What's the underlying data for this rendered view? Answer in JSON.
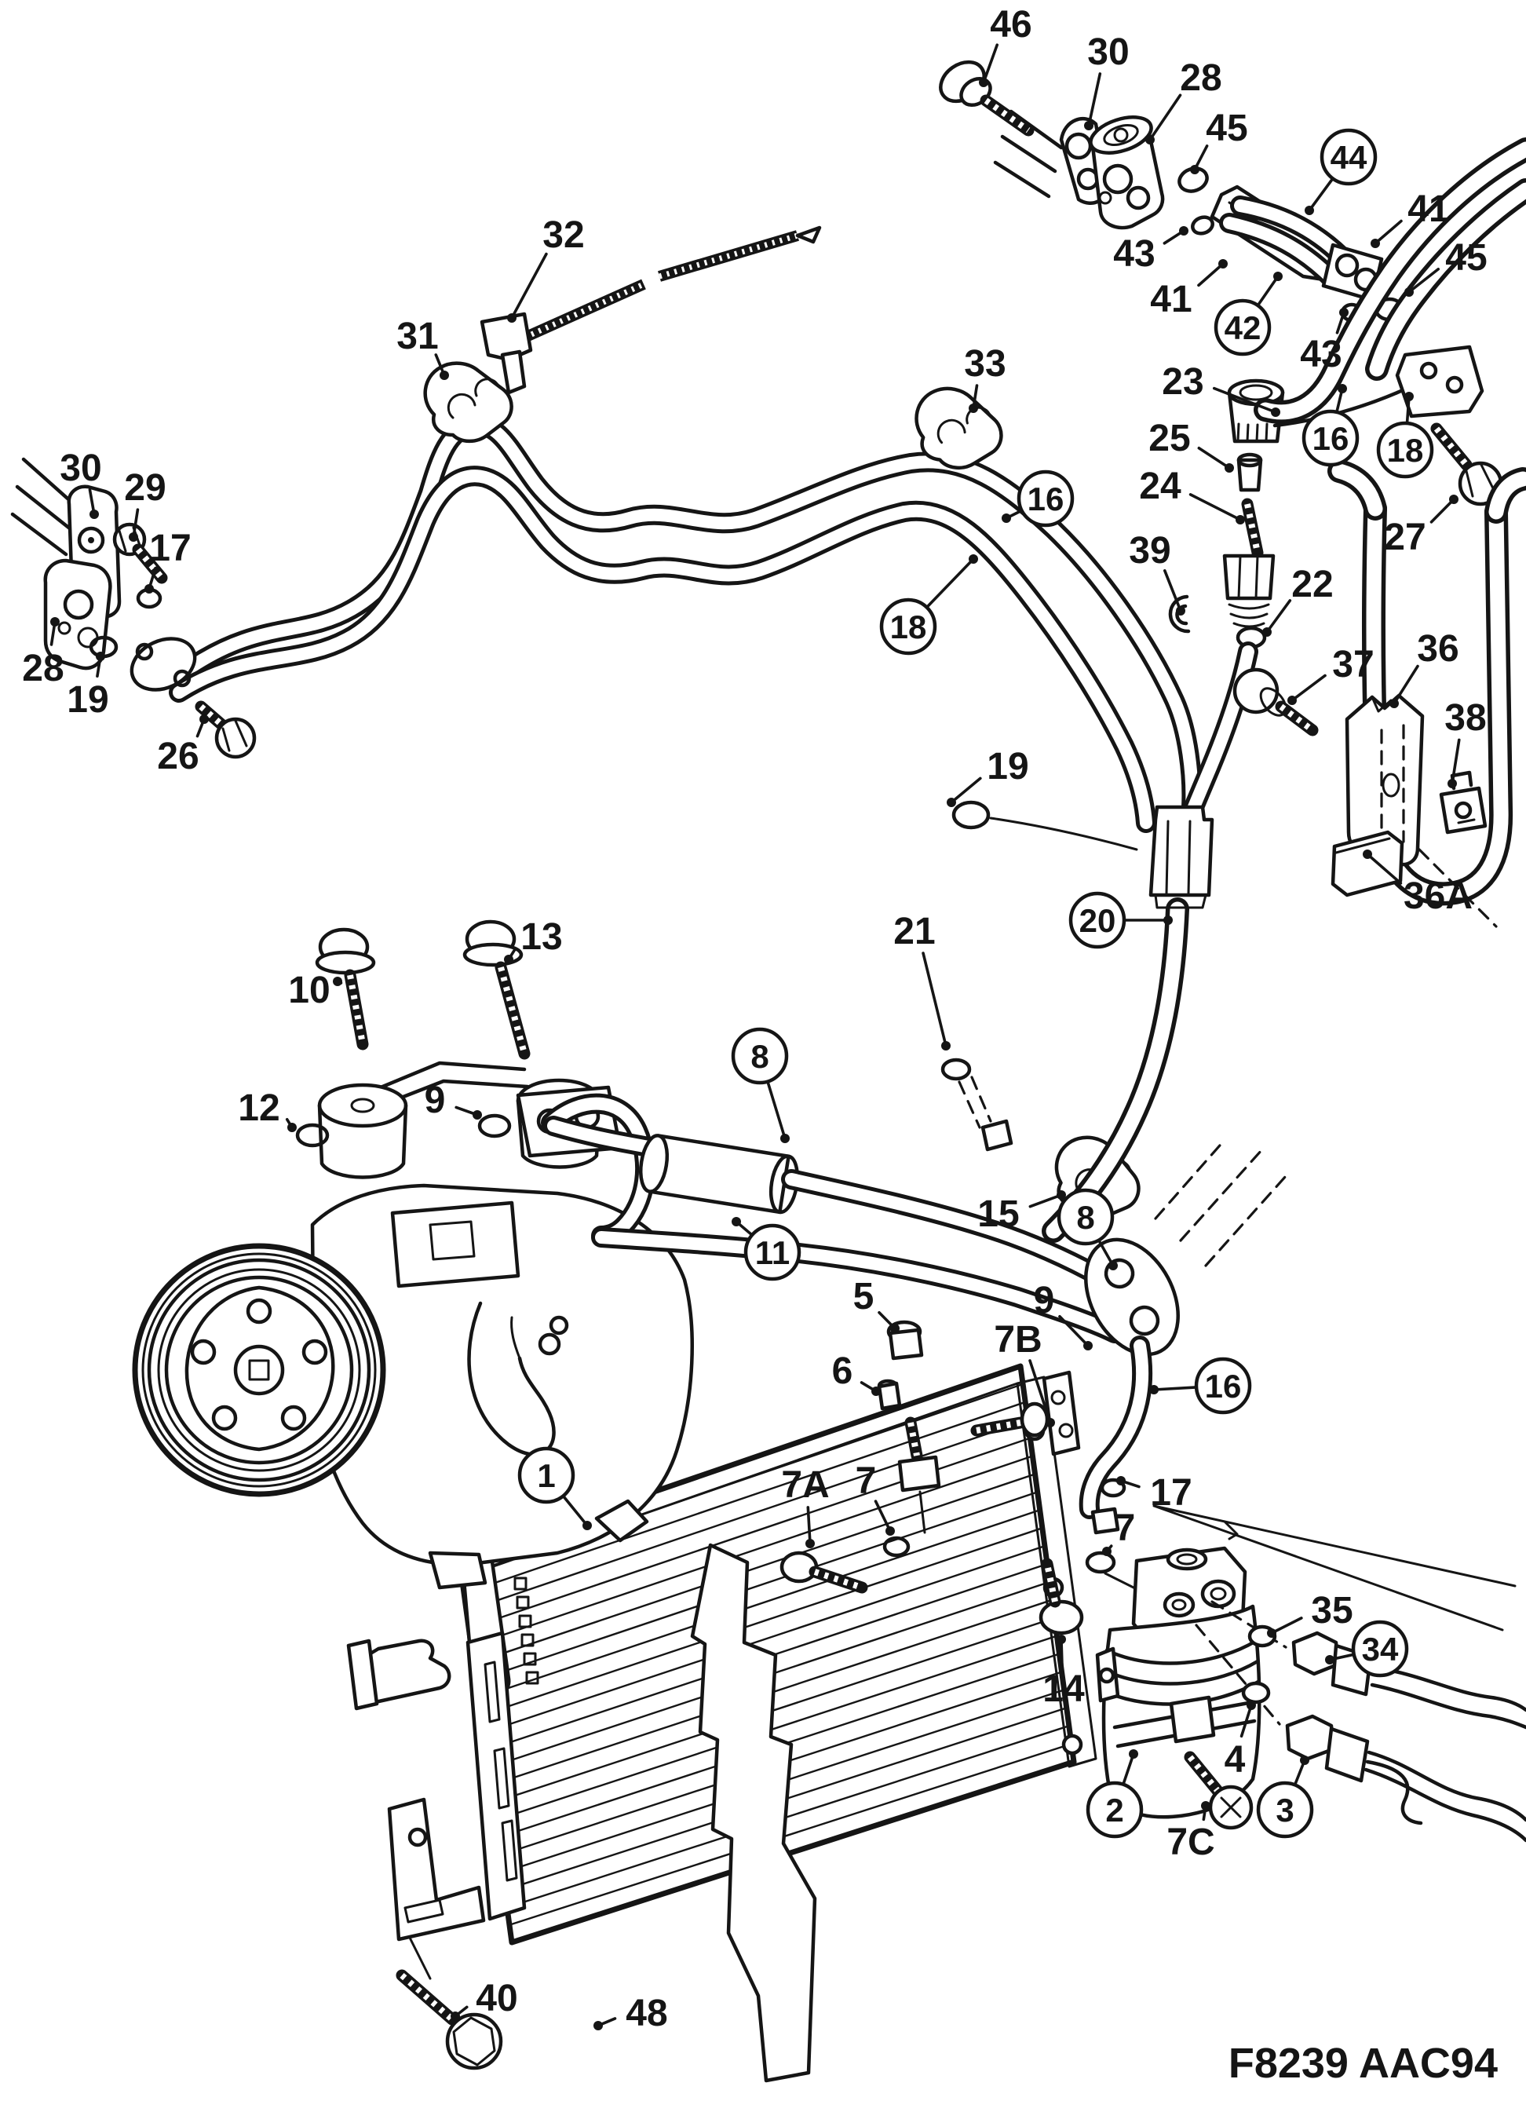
{
  "figure": {
    "code": "F8239 AAC94"
  },
  "colors": {
    "ink": "#151515",
    "paper": "#ffffff"
  },
  "diagram": {
    "description_labels_only": true
  },
  "callouts": [
    [
      "46",
      1288,
      30,
      0,
      1253,
      105
    ],
    [
      "30",
      1412,
      65,
      0,
      1387,
      160
    ],
    [
      "28",
      1530,
      98,
      0,
      1465,
      178
    ],
    [
      "45",
      1563,
      162,
      0,
      1522,
      216
    ],
    [
      "44",
      1718,
      200,
      1,
      1668,
      268
    ],
    [
      "41",
      1820,
      265,
      0,
      1752,
      310
    ],
    [
      "45",
      1868,
      327,
      0,
      1795,
      372
    ],
    [
      "43",
      1445,
      322,
      0,
      1508,
      294
    ],
    [
      "41",
      1492,
      380,
      0,
      1558,
      336
    ],
    [
      "42",
      1583,
      417,
      1,
      1628,
      352
    ],
    [
      "43",
      1683,
      450,
      0,
      1712,
      398
    ],
    [
      "23",
      1507,
      485,
      0,
      1625,
      525
    ],
    [
      "25",
      1490,
      557,
      0,
      1566,
      596
    ],
    [
      "24",
      1478,
      618,
      0,
      1580,
      662
    ],
    [
      "39",
      1465,
      700,
      0,
      1504,
      778
    ],
    [
      "22",
      1672,
      743,
      0,
      1614,
      805
    ],
    [
      "16",
      1695,
      558,
      1,
      1710,
      495
    ],
    [
      "18",
      1790,
      573,
      1,
      1795,
      505
    ],
    [
      "27",
      1790,
      683,
      0,
      1852,
      636
    ],
    [
      "37",
      1724,
      845,
      0,
      1646,
      892
    ],
    [
      "36",
      1832,
      825,
      0,
      1776,
      896
    ],
    [
      "38",
      1867,
      913,
      0,
      1850,
      998
    ],
    [
      "36A",
      1832,
      1140,
      0,
      1742,
      1088
    ],
    [
      "19",
      1284,
      975,
      0,
      1212,
      1022
    ],
    [
      "20",
      1398,
      1172,
      1,
      1488,
      1172
    ],
    [
      "21",
      1165,
      1185,
      0,
      1205,
      1332
    ],
    [
      "32",
      718,
      298,
      0,
      652,
      405
    ],
    [
      "31",
      532,
      427,
      0,
      566,
      478
    ],
    [
      "33",
      1255,
      462,
      0,
      1240,
      520
    ],
    [
      "16",
      1332,
      635,
      1,
      1282,
      660
    ],
    [
      "18",
      1157,
      798,
      1,
      1240,
      712
    ],
    [
      "30",
      103,
      595,
      0,
      120,
      655
    ],
    [
      "29",
      185,
      620,
      0,
      170,
      684
    ],
    [
      "17",
      217,
      697,
      0,
      190,
      750
    ],
    [
      "28",
      55,
      850,
      0,
      70,
      792
    ],
    [
      "19",
      112,
      890,
      0,
      128,
      836
    ],
    [
      "26",
      227,
      962,
      0,
      260,
      916
    ],
    [
      "13",
      690,
      1192,
      0,
      648,
      1222
    ],
    [
      "10",
      394,
      1260,
      0,
      430,
      1250
    ],
    [
      "12",
      330,
      1410,
      0,
      372,
      1436
    ],
    [
      "9",
      554,
      1400,
      0,
      608,
      1420
    ],
    [
      "8",
      968,
      1345,
      1,
      1000,
      1450
    ],
    [
      "11",
      984,
      1595,
      1,
      938,
      1556
    ],
    [
      "15",
      1272,
      1545,
      0,
      1352,
      1522
    ],
    [
      "8",
      1383,
      1550,
      1,
      1418,
      1612
    ],
    [
      "9",
      1330,
      1655,
      0,
      1386,
      1714
    ],
    [
      "16",
      1558,
      1765,
      1,
      1470,
      1770
    ],
    [
      "17",
      1492,
      1900,
      0,
      1428,
      1886
    ],
    [
      "5",
      1100,
      1650,
      0,
      1140,
      1692
    ],
    [
      "6",
      1073,
      1745,
      0,
      1116,
      1772
    ],
    [
      "7B",
      1297,
      1705,
      0,
      1338,
      1812
    ],
    [
      "7A",
      1026,
      1890,
      0,
      1032,
      1966
    ],
    [
      "7",
      1103,
      1885,
      0,
      1134,
      1950
    ],
    [
      "1",
      696,
      1879,
      1,
      748,
      1943
    ],
    [
      "7",
      1433,
      1945,
      0,
      1410,
      1976
    ],
    [
      "14",
      1355,
      2150,
      0,
      1352,
      2088
    ],
    [
      "35",
      1697,
      2050,
      0,
      1620,
      2080
    ],
    [
      "34",
      1758,
      2100,
      1,
      1694,
      2114
    ],
    [
      "4",
      1573,
      2240,
      0,
      1594,
      2172
    ],
    [
      "2",
      1420,
      2305,
      1,
      1444,
      2234
    ],
    [
      "7C",
      1517,
      2345,
      0,
      1536,
      2300
    ],
    [
      "3",
      1637,
      2305,
      1,
      1662,
      2242
    ],
    [
      "40",
      633,
      2544,
      0,
      580,
      2568
    ],
    [
      "48",
      824,
      2563,
      0,
      762,
      2580
    ]
  ]
}
